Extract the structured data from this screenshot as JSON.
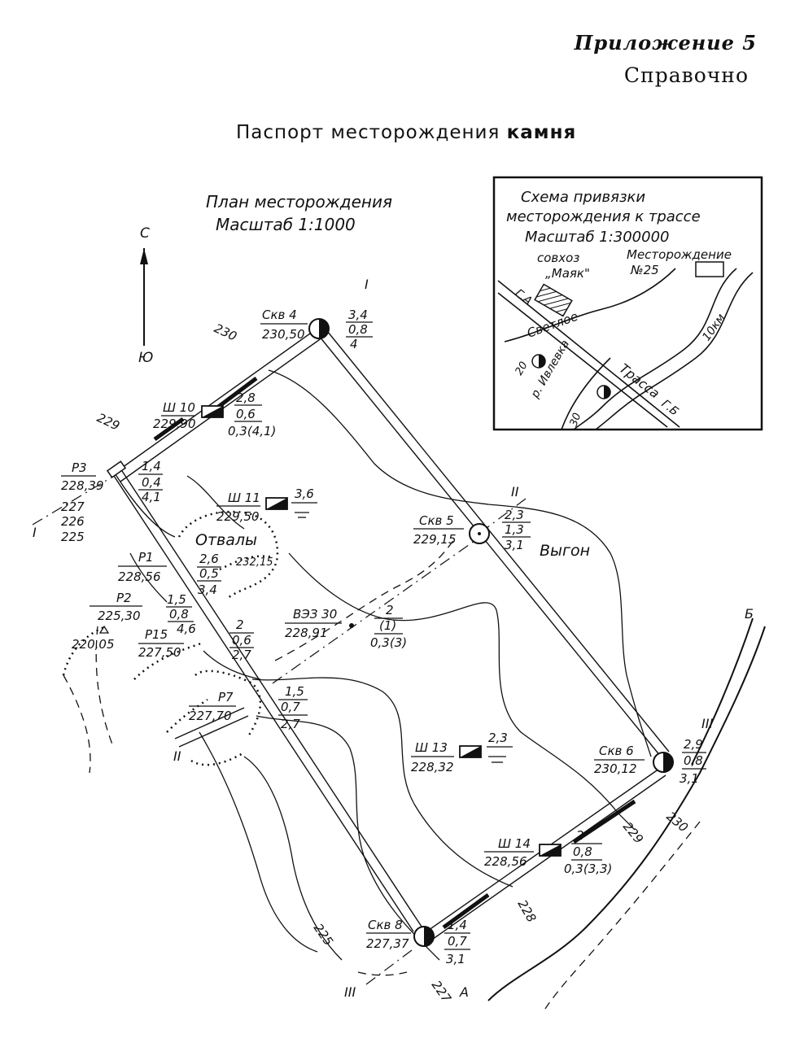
{
  "header": {
    "appendix": "Приложение 5",
    "reference": "Справочно",
    "title_main": "Паспорт месторождения ",
    "title_bold": "камня"
  },
  "plan": {
    "title": "План месторождения",
    "scale": "Масштаб   1:1000",
    "north": "С",
    "south": "Ю",
    "section_labels": [
      "I",
      "I",
      "II",
      "II",
      "III",
      "III",
      "Б",
      "А"
    ],
    "contours": [
      "230",
      "229",
      "227",
      "226",
      "225",
      "230",
      "229",
      "228",
      "227",
      "225"
    ],
    "dumps_label": "Отвалы",
    "dump_elev": "232,15",
    "meadow_label": "Выгон",
    "points": [
      {
        "name": "Скв 4",
        "elev": "230,50",
        "v1": "3,4",
        "v2": "0,8",
        "v3": "4"
      },
      {
        "name": "Ш 10",
        "elev": "229,90",
        "v1": "2,8",
        "v2": "0,6",
        "v3": "0,3(4,1)"
      },
      {
        "name": "Р3",
        "elev": "228,39",
        "v1": "1,4",
        "v2": "0,4",
        "v3": "4,1"
      },
      {
        "name": "Ш 11",
        "elev": "229,50",
        "v1": "3,6",
        "v2": "",
        "v3": ""
      },
      {
        "name": "Скв 5",
        "elev": "229,15",
        "v1": "2,3",
        "v2": "1,3",
        "v3": "3,1"
      },
      {
        "name": "Р1",
        "elev": "228,56",
        "v1": "2,6",
        "v2": "0,5",
        "v3": "3,4"
      },
      {
        "name": "Р2",
        "elev": "225,30",
        "v1": "1,5",
        "v2": "0,8",
        "v3": "4,6"
      },
      {
        "name": "",
        "elev": "220,05",
        "v1": "",
        "v2": "",
        "v3": ""
      },
      {
        "name": "Р15",
        "elev": "227,50",
        "v1": "2",
        "v2": "0,6",
        "v3": "2,7"
      },
      {
        "name": "ВЭЗ 30",
        "elev": "228,91",
        "v1": "2",
        "v2": "(1)",
        "v3": "0,3(3)"
      },
      {
        "name": "Р7",
        "elev": "227,70",
        "v1": "1,5",
        "v2": "0,7",
        "v3": "2,7"
      },
      {
        "name": "Ш 13",
        "elev": "228,32",
        "v1": "2,3",
        "v2": "",
        "v3": ""
      },
      {
        "name": "Скв 6",
        "elev": "230,12",
        "v1": "2,9",
        "v2": "0,8",
        "v3": "3,1"
      },
      {
        "name": "Ш 14",
        "elev": "228,56",
        "v1": "2",
        "v2": "0,8",
        "v3": "0,3(3,3)"
      },
      {
        "name": "Скв 8",
        "elev": "227,37",
        "v1": "1,4",
        "v2": "0,7",
        "v3": "3,1"
      }
    ]
  },
  "inset": {
    "title1": "Схема привязки",
    "title2": "месторождения к трассе",
    "scale": "Масштаб  1:300000",
    "sovkhoz": "совхоз",
    "mayak": "„Маяк\"",
    "deposit": "Месторождение",
    "deposit_no": "№25",
    "svetloe": "Светлое",
    "river": "р. Ивлевка",
    "road": "Трасса",
    "from_city": "Г.А",
    "to_city": "Г.Б",
    "km10": "10км",
    "km20": "20",
    "km30": "30"
  }
}
